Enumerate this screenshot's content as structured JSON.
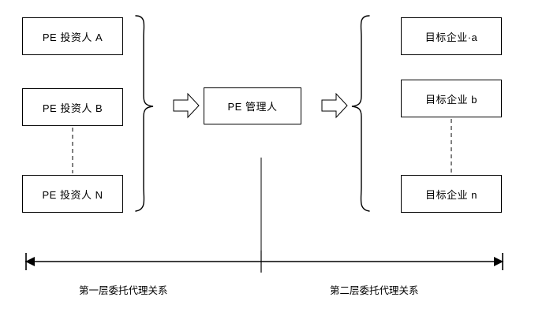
{
  "diagram": {
    "title_text_color": "#000000",
    "stroke_color": "#000000",
    "fill_color": "#ffffff",
    "investors": [
      {
        "label": "PE 投资人 A"
      },
      {
        "label": "PE 投资人 B"
      },
      {
        "label": "PE 投资人 N"
      }
    ],
    "manager": {
      "label": "PE 管理人"
    },
    "targets": [
      {
        "label": "目标企业·a"
      },
      {
        "label": "目标企业 b"
      },
      {
        "label": "目标企业 n"
      }
    ],
    "captions": {
      "left": "第一层委托代理关系",
      "right": "第二层委托代理关系"
    },
    "connectors": {
      "left_arrow_name": "block-arrow-right-left",
      "right_arrow_name": "block-arrow-right-right",
      "left_brace_name": "curly-brace-left",
      "right_brace_name": "curly-brace-right",
      "left_dashed_name": "dashed-connector-investors",
      "right_dashed_name": "dashed-connector-targets"
    }
  }
}
